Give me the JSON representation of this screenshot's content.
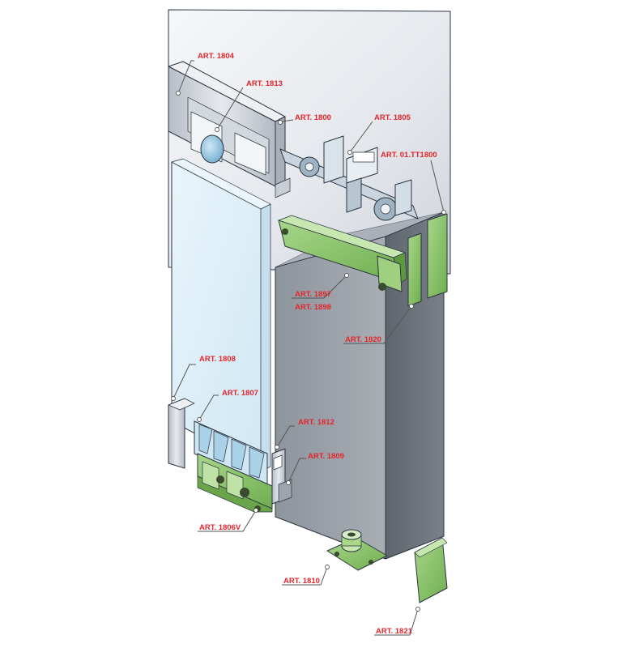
{
  "labels": {
    "art_1804": "ART. 1804",
    "art_1813": "ART. 1813",
    "art_1800": "ART. 1800",
    "art_1805": "ART. 1805",
    "art_tt1800": "ART. 01.TT1800",
    "art_1897": "ART. 1897",
    "art_1898": "ART. 1898",
    "art_1820": "ART. 1820",
    "art_1808": "ART. 1808",
    "art_1807": "ART. 1807",
    "art_1812": "ART. 1812",
    "art_1809": "ART. 1809",
    "art_1806v": "ART. 1806V",
    "art_1810": "ART. 1810",
    "art_1821": "ART. 1821"
  },
  "colors": {
    "label": "#e3262b",
    "part_green": "#8dc26e",
    "glass": "#dbeef8",
    "aluminium": "#c9ced6",
    "wall": "#d8dce3",
    "door_panel": "#9aa0a8"
  }
}
